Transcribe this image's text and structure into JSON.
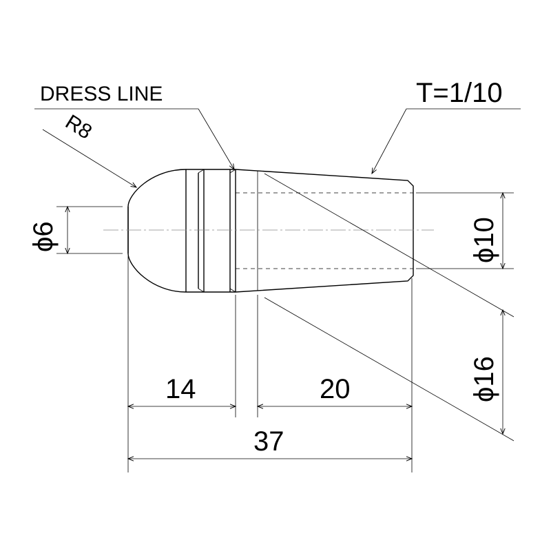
{
  "annotations": {
    "dress_line": "DRESS LINE",
    "taper": "T=1/10",
    "radius": "R8"
  },
  "dimensions": {
    "dia_6": "ϕ6",
    "dia_10": "ϕ10",
    "dia_16": "ϕ16",
    "len_14": "14",
    "len_20": "20",
    "len_37": "37"
  }
}
